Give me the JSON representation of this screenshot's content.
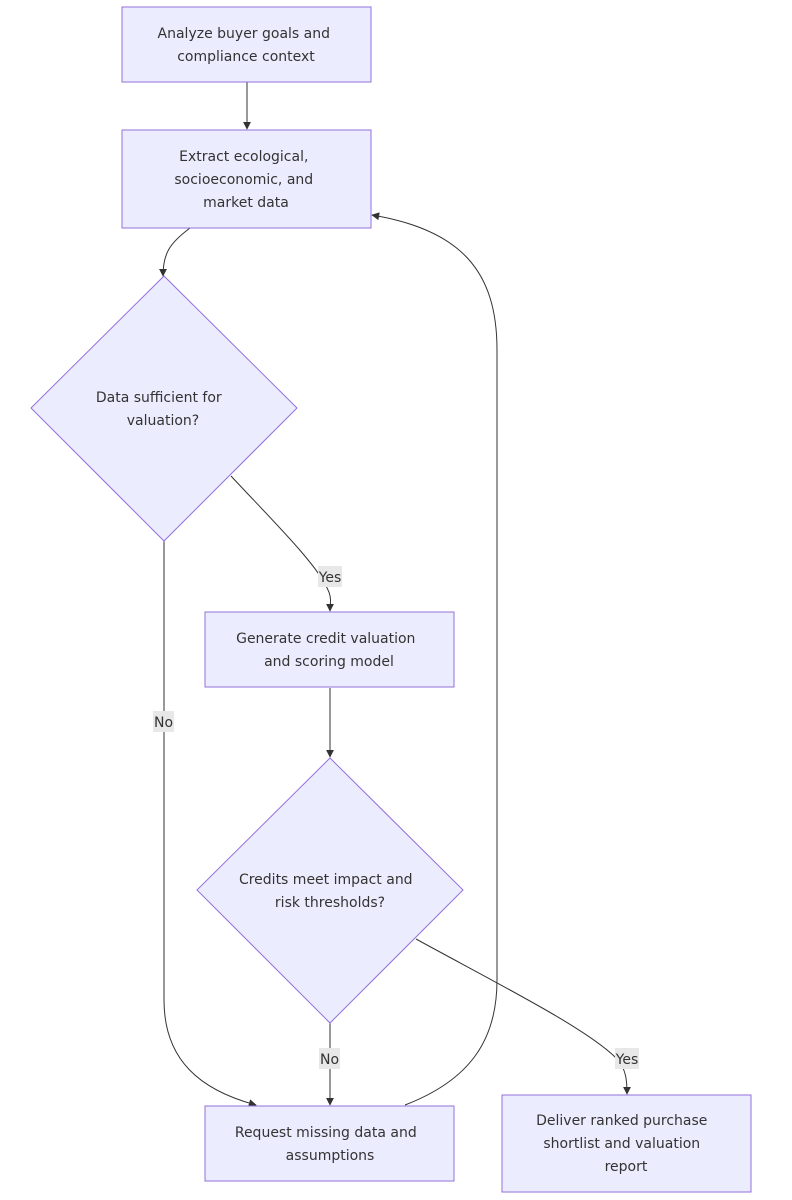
{
  "nodes": {
    "analyze": {
      "lines": [
        "Analyze buyer goals and",
        "compliance context"
      ]
    },
    "extract": {
      "lines": [
        "Extract ecological,",
        "socioeconomic, and",
        "market data"
      ]
    },
    "data_sufficient": {
      "lines": [
        "Data sufficient for",
        "valuation?"
      ]
    },
    "generate": {
      "lines": [
        "Generate credit valuation",
        "and scoring model"
      ]
    },
    "credits_meet": {
      "lines": [
        "Credits meet impact and",
        "risk thresholds?"
      ]
    },
    "request": {
      "lines": [
        "Request missing data and",
        "assumptions"
      ]
    },
    "deliver": {
      "lines": [
        "Deliver ranked purchase",
        "shortlist and valuation",
        "report"
      ]
    }
  },
  "edge_labels": {
    "data_yes": "Yes",
    "data_no": "No",
    "credits_no": "No",
    "credits_yes": "Yes"
  },
  "colors": {
    "node_fill": "#ececff",
    "node_stroke": "#9370db",
    "edge": "#333333",
    "label_bg": "#e8e8e8",
    "text": "#333333"
  }
}
